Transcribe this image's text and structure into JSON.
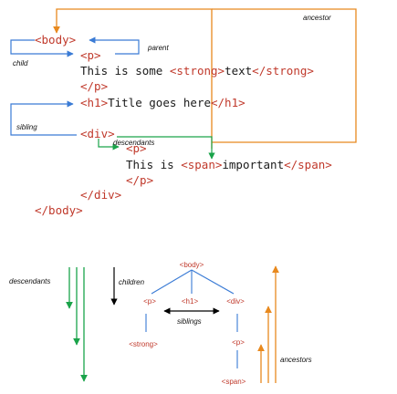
{
  "colors": {
    "tag": "#c0392b",
    "text": "#1a1a1a",
    "ancestor": "#e8891e",
    "child": "#3a7bd5",
    "descendant": "#1aa34a",
    "sibling_arrow": "#000000"
  },
  "code": {
    "body_open": "<body>",
    "p_open": "<p>",
    "p_text": "This is some ",
    "strong_open": "<strong>",
    "strong_word": "text",
    "strong_close": "</strong>",
    "p_close": "</p>",
    "h1_open": "<h1>",
    "h1_text": "Title goes here",
    "h1_close": "</h1>",
    "div_open": "<div>",
    "inner_p_open": "<p>",
    "inner_text": "This is ",
    "span_open": "<span>",
    "span_word": "important",
    "span_close": "</span>",
    "inner_p_close": "</p>",
    "div_close": "</div>",
    "body_close": "</body>"
  },
  "labels": {
    "ancestor": "ancestor",
    "parent": "parent",
    "child": "child",
    "sibling": "sibling",
    "descendants": "descendants"
  },
  "tree": {
    "body": "<body>",
    "p": "<p>",
    "h1": "<h1>",
    "div": "<div>",
    "strong": "<strong>",
    "p2": "<p>",
    "span": "<span>",
    "children_label": "children",
    "siblings_label": "siblings",
    "descendants_label": "descendants",
    "ancestors_label": "ancestors"
  }
}
